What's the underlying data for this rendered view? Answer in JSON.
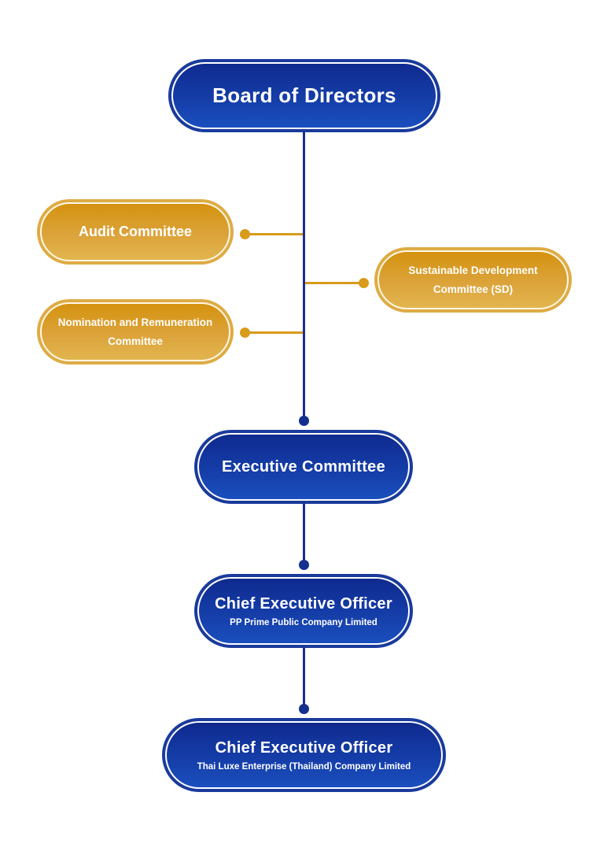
{
  "diagram": {
    "type": "organization-chart",
    "colors": {
      "primary_blue": "#153da8",
      "primary_blue_dark": "#0f2a8f",
      "connector_blue": "#1b2f8f",
      "committee_gold": "#dca33a",
      "connector_gold": "#d89b1a",
      "text": "#ffffff"
    },
    "nodes": {
      "board": {
        "title": "Board of Directors"
      },
      "audit": {
        "title": "Audit Committee",
        "parent": "Board of Directors"
      },
      "nomination": {
        "line1": "Nomination and Remuneration",
        "line2": "Committee",
        "parent": "Board of Directors"
      },
      "sustainable": {
        "line1": "Sustainable Development",
        "line2": "Committee (SD)",
        "parent": "Board of Directors"
      },
      "executive": {
        "title": "Executive Committee",
        "parent": "Board of Directors"
      },
      "ceo_pp": {
        "title": "Chief Executive Officer",
        "subtitle": "PP Prime Public Company Limited",
        "parent": "Executive Committee"
      },
      "ceo_tl": {
        "title": "Chief Executive Officer",
        "subtitle": "Thai Luxe Enterprise (Thailand) Company Limited",
        "parent": "Chief Executive Officer - PP Prime Public Company Limited"
      }
    }
  }
}
